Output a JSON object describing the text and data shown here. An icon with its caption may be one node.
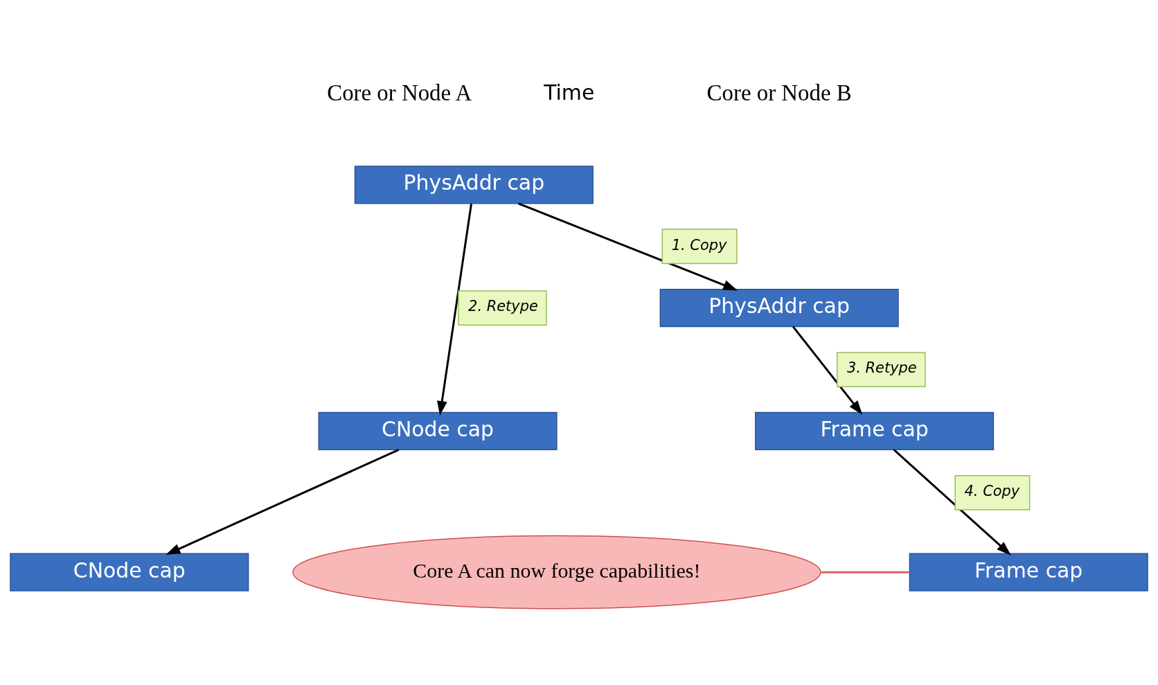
{
  "diagram": {
    "nodes": [
      {
        "text": [
          "PhysAddr cap"
        ]
      },
      {
        "text": [
          "PhysAddr cap"
        ]
      },
      {
        "text": [
          "CNode cap"
        ]
      },
      {
        "text": [
          "Frame cap"
        ]
      },
      {
        "text": [
          "CNode cap"
        ]
      },
      {
        "text": [
          "Frame cap"
        ]
      },
      {
        "text": [
          "Core A can now forge capabilities!"
        ]
      }
    ],
    "edges": [
      {
        "from": 0,
        "to": 1,
        "arrow": "to",
        "label": "1. Copy"
      },
      {
        "from": 0,
        "to": 2,
        "arrow": "to",
        "label": "2. Retype"
      },
      {
        "from": 1,
        "to": 3,
        "arrow": "to",
        "label": "3. Retype"
      },
      {
        "from": 2,
        "to": 4,
        "arrow": "to"
      },
      {
        "from": 3,
        "to": 5,
        "arrow": "to",
        "label": "4. Copy"
      },
      {
        "from": 6,
        "to": 5,
        "arrow": "none",
        "color": "#e06060"
      }
    ],
    "labels": [
      "Core or Node A",
      "Core or Node B",
      "Time"
    ]
  }
}
